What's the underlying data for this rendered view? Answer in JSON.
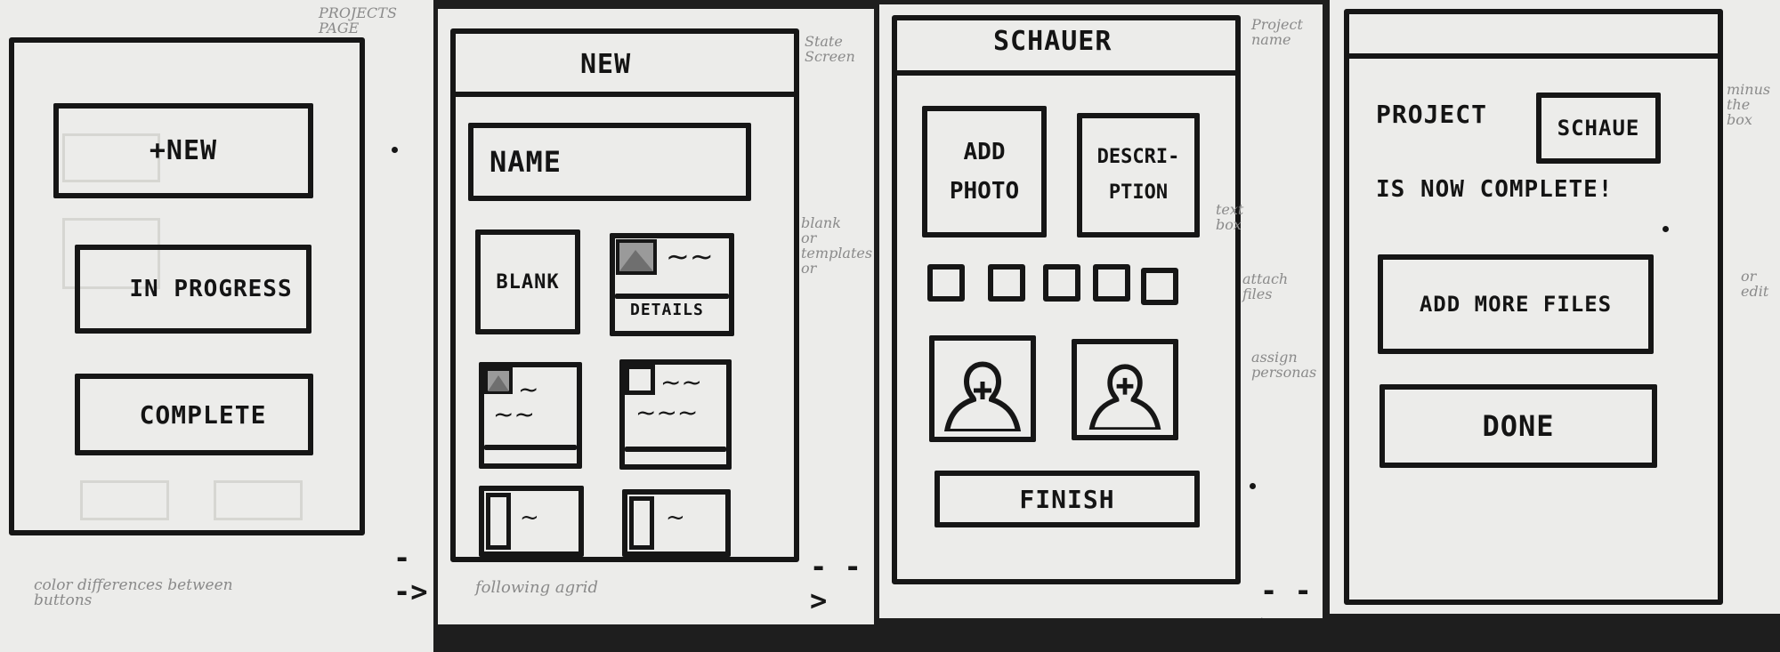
{
  "panel1": {
    "note_top": [
      "PROJECTS",
      "PAGE"
    ],
    "buttons": [
      "+NEW",
      "IN PROGRESS",
      "COMPLETE"
    ],
    "note_bottom": [
      "color differences between",
      "buttons"
    ]
  },
  "panel2": {
    "header": "NEW",
    "note_top": [
      "State",
      "Screen"
    ],
    "name_field": "NAME",
    "blank_label": "BLANK",
    "details_label": "DETAILS",
    "note_side": [
      "blank",
      "or",
      "templates",
      "or"
    ],
    "note_bottom": "following agrid"
  },
  "panel3": {
    "header": "SCHAUER",
    "note_top": [
      "Project",
      "name"
    ],
    "add_photo": [
      "ADD",
      "PHOTO"
    ],
    "description": [
      "DESCRI-",
      "PTION"
    ],
    "note_textbox": [
      "text",
      "box"
    ],
    "note_attach": [
      "attach",
      "files"
    ],
    "note_assign": [
      "assign",
      "personas"
    ],
    "finish": "FINISH"
  },
  "panel4": {
    "project_prefix": "PROJECT",
    "project_name_box": "SCHAUE",
    "complete_text": "IS NOW COMPLETE!",
    "note_minus": [
      "minus",
      "the",
      "box"
    ],
    "add_more_files": "ADD MORE FILES",
    "note_edit": [
      "or",
      "edit"
    ],
    "done": "DONE"
  },
  "arrow_glyph": "- ->"
}
